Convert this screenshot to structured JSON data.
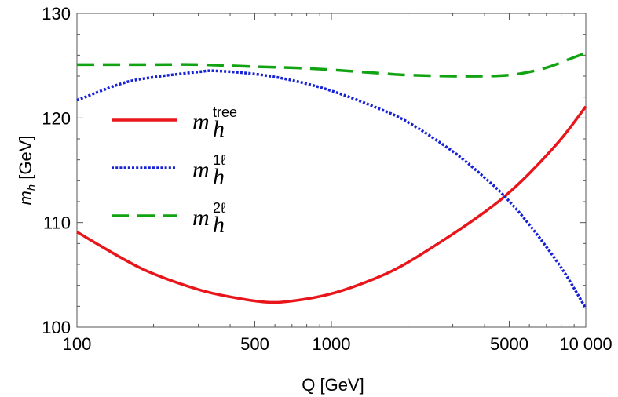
{
  "chart_data": {
    "type": "line",
    "xlabel": "Q [GeV]",
    "ylabel_base": "m",
    "ylabel_sub": "h",
    "ylabel_unit": " [GeV]",
    "xscale": "log",
    "xlim": [
      100,
      10000
    ],
    "ylim": [
      100,
      130
    ],
    "xticks": [
      100,
      500,
      1000,
      5000,
      10000
    ],
    "xtick_labels": [
      "100",
      "500",
      "1000",
      "5000",
      "10 000"
    ],
    "yticks": [
      100,
      110,
      120,
      130
    ],
    "ytick_labels": [
      "100",
      "110",
      "120",
      "130"
    ],
    "grid": false,
    "legend_position": "left",
    "series": [
      {
        "name_base": "m",
        "name_sub": "h",
        "name_sup": "tree",
        "color": "#e8161b",
        "style": "solid",
        "x": [
          100,
          150,
          200,
          300,
          400,
          550,
          700,
          1000,
          1500,
          2000,
          3000,
          4000,
          4800,
          6000,
          8000,
          10000
        ],
        "y": [
          109.1,
          106.6,
          105.1,
          103.6,
          102.9,
          102.4,
          102.5,
          103.2,
          104.7,
          106.2,
          108.9,
          111.0,
          112.5,
          114.7,
          118.0,
          121.1
        ]
      },
      {
        "name_base": "m",
        "name_sub": "h",
        "name_sup": "1ℓ",
        "color": "#1722d6",
        "style": "dotted",
        "x": [
          100,
          150,
          200,
          300,
          350,
          500,
          700,
          1000,
          1500,
          2000,
          3000,
          4000,
          4800,
          6000,
          8000,
          10000
        ],
        "y": [
          121.7,
          123.3,
          123.9,
          124.4,
          124.5,
          124.2,
          123.6,
          122.6,
          121.0,
          119.6,
          116.8,
          114.3,
          112.5,
          109.8,
          105.7,
          101.8
        ]
      },
      {
        "name_base": "m",
        "name_sub": "h",
        "name_sup": "2ℓ",
        "color": "#12a312",
        "style": "dashed",
        "x": [
          100,
          200,
          300,
          500,
          700,
          1000,
          1500,
          2000,
          3000,
          4000,
          5000,
          6000,
          7000,
          8000,
          9000,
          10000
        ],
        "y": [
          125.1,
          125.1,
          125.1,
          124.9,
          124.8,
          124.6,
          124.3,
          124.1,
          124.0,
          124.0,
          124.1,
          124.4,
          124.8,
          125.3,
          125.8,
          126.2
        ]
      }
    ]
  }
}
